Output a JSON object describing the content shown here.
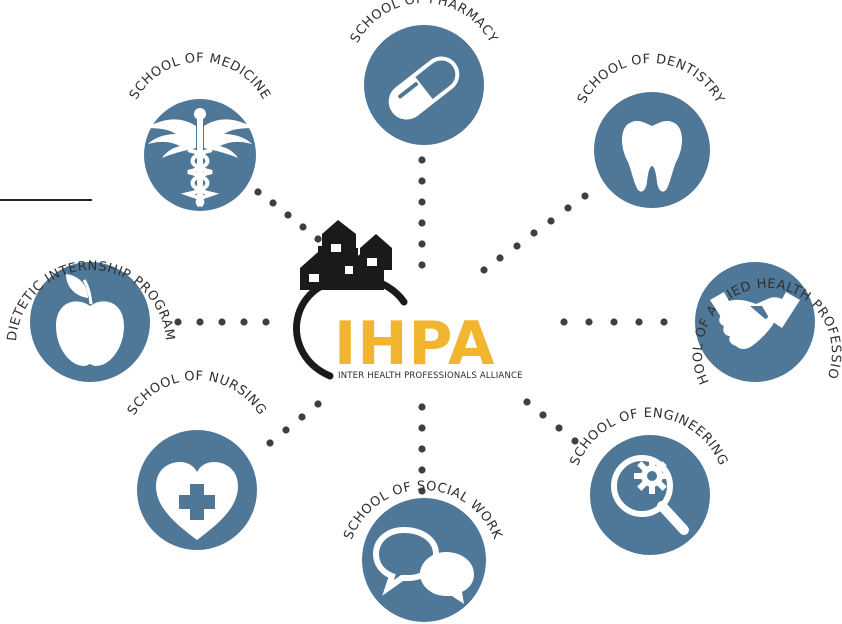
{
  "center": {
    "acronym": "IHPA",
    "full_name": "INTER HEALTH PROFESSIONALS ALLIANCE"
  },
  "nodes": [
    {
      "label": "SCHOOL OF MEDICINE",
      "icon": "caduceus-icon"
    },
    {
      "label": "SCHOOL OF PHARMACY",
      "icon": "pill-capsule-icon"
    },
    {
      "label": "SCHOOL OF DENTISTRY",
      "icon": "tooth-icon"
    },
    {
      "label": "DIETETIC INTERNSHIP PROGRAM",
      "icon": "apple-icon"
    },
    {
      "label": "SCHOOL OF ALLIED HEALTH PROFESSIONS",
      "icon": "handshake-icon"
    },
    {
      "label": "SCHOOL OF NURSING",
      "icon": "heart-cross-icon"
    },
    {
      "label": "SCHOOL OF SOCIAL WORK",
      "icon": "speech-bubbles-icon"
    },
    {
      "label": "SCHOOL OF ENGINEERING",
      "icon": "magnifier-gear-icon"
    }
  ],
  "colors": {
    "circle": "#4f7797",
    "accent": "#f2b52f",
    "dots": "#3f3f3f",
    "icon": "#ffffff"
  }
}
